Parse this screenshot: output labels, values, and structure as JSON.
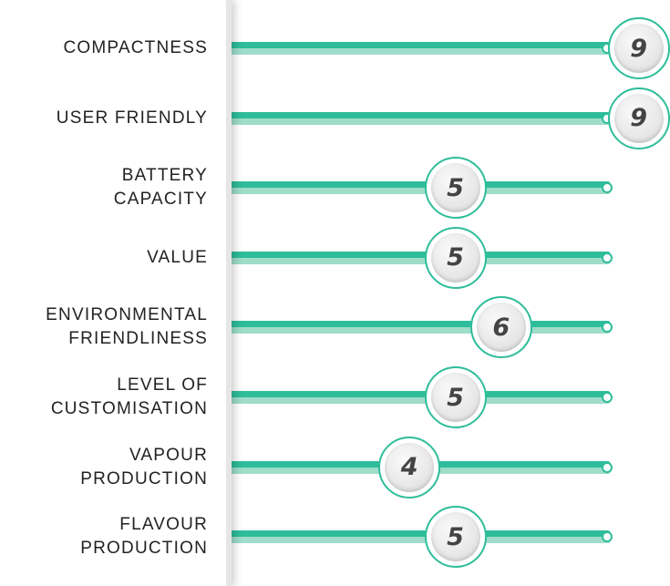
{
  "ratings": [
    {
      "label": "COMPACTNESS",
      "value": 9,
      "max": 10
    },
    {
      "label": "USER FRIENDLY",
      "value": 9,
      "max": 10
    },
    {
      "label": "BATTERY\nCAPACITY",
      "value": 5,
      "max": 10
    },
    {
      "label": "VALUE",
      "value": 5,
      "max": 10
    },
    {
      "label": "ENVIRONMENTAL\nFRIENDLINESS",
      "value": 6,
      "max": 10
    },
    {
      "label": "LEVEL OF\nCUSTOMISATION",
      "value": 5,
      "max": 10
    },
    {
      "label": "VAPOUR\nPRODUCTION",
      "value": 4,
      "max": 10
    },
    {
      "label": "FLAVOUR\nPRODUCTION",
      "value": 5,
      "max": 10
    }
  ],
  "colors": {
    "track": "#2ebd9a",
    "track_light": "#9fdcc9",
    "knob": "#e4e4e4",
    "text": "#222222"
  }
}
